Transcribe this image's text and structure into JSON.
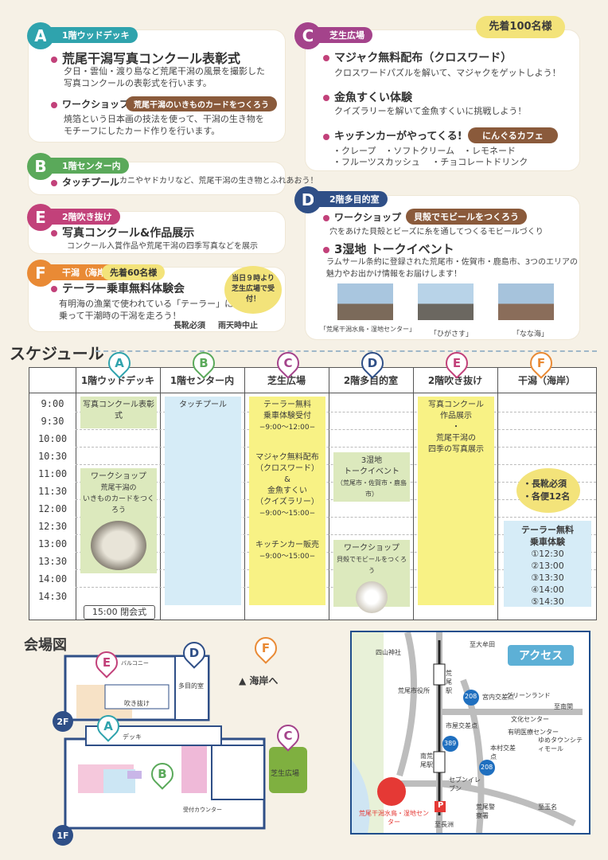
{
  "A": {
    "letter": "A",
    "location": "1階ウッドデッキ",
    "event1_title": "荒尾干潟写真コンクール表彰式",
    "event1_desc1": "夕日・雲仙・渡り島など荒尾干潟の風景を撮影した",
    "event1_desc2": "写真コンクールの表彰式を行います。",
    "event2_title": "ワークショップ",
    "event2_pill": "荒尾干潟のいきものカードをつくろう",
    "event2_desc1": "焼箔という日本画の技法を使って、干潟の生き物を",
    "event2_desc2": "モチーフにしたカード作りを行います。"
  },
  "B": {
    "letter": "B",
    "location": "1階センター内",
    "event_title": "タッチプール",
    "event_desc": "カニやヤドカリなど、荒尾干潟の生き物とふれあおう！"
  },
  "E": {
    "letter": "E",
    "location": "2階吹き抜け",
    "event_title": "写真コンクール&作品展示",
    "event_desc": "コンクール入賞作品や荒尾干潟の四季写真などを展示"
  },
  "F": {
    "letter": "F",
    "location": "干潟（海岸）",
    "limit": "先着60名様",
    "event_title": "テーラー乗車無料体験会",
    "event_desc1": "有明海の漁業で使われている「テーラー」に",
    "event_desc2": "乗って干潮時の干潟を走ろう！",
    "note1": "長靴必須",
    "note2": "雨天時中止",
    "bubble": "当日９時より芝生広場で受付！"
  },
  "C": {
    "letter": "C",
    "location": "芝生広場",
    "limit": "先着100名様",
    "event1_title": "マジャク無料配布（クロスワード）",
    "event1_desc": "クロスワードパズルを解いて、マジャクをゲットしよう！",
    "event2_title": "金魚すくい体験",
    "event2_desc": "クイズラリーを解いて金魚すくいに挑戦しよう！",
    "event3_title": "キッチンカーがやってくる!",
    "event3_pill": "にんぐるカフェ",
    "menu1": "・クレープ　・ソフトクリーム　・レモネード",
    "menu2": "・フルーツスカッシュ　 ・チョコレートドリンク"
  },
  "D": {
    "letter": "D",
    "location": "2階多目的室",
    "event1_title": "ワークショップ",
    "event1_pill": "貝殻でモビールをつくろう",
    "event1_desc": "穴をあけた貝殻とビーズに糸を通してつくるモビールづくり",
    "event2_title": "3湿地 トークイベント",
    "event2_desc1": "ラムサール条約に登録された荒尾市・佐賀市・鹿島市、3つのエリアの",
    "event2_desc2": "魅力やお出かけ情報をお届けします！",
    "photo1_caption": "「荒尾干潟水鳥・湿地センター」",
    "photo2_caption": "「ひがさす」",
    "photo3_caption": "「なな海」"
  },
  "schedule": {
    "title": "スケジュール",
    "headers": [
      "1階ウッドデッキ",
      "1階センター内",
      "芝生広場",
      "2階多目的室",
      "2階吹き抜け",
      "干潟（海岸）"
    ],
    "letters": [
      "A",
      "B",
      "C",
      "D",
      "E",
      "F"
    ],
    "times": [
      "9:00",
      "9:30",
      "10:00",
      "10:30",
      "11:00",
      "11:30",
      "12:00",
      "12:30",
      "13:00",
      "13:30",
      "14:00",
      "14:30"
    ],
    "a1": "写真コンクール表彰式",
    "a2_1": "ワークショップ",
    "a2_2": "荒尾干潟の",
    "a2_3": "いきものカードをつくろう",
    "a_close": "15:00 閉会式",
    "b1": "タッチプール",
    "c1_1": "テーラー無料",
    "c1_2": "乗車体験受付",
    "c1_3": "−9:00〜12:00−",
    "c2_1": "マジャク無料配布",
    "c2_2": "（クロスワード）",
    "c2_3": "&",
    "c2_4": "金魚すくい",
    "c2_5": "（クイズラリー）",
    "c2_6": "−9:00〜15:00−",
    "c3_1": "キッチンカー販売",
    "c3_2": "−9:00〜15:00−",
    "d1_1": "3湿地",
    "d1_2": "トークイベント",
    "d1_3": "（荒尾市・佐賀市・鹿島市）",
    "d2_1": "ワークショップ",
    "d2_2": "貝殻でモビールをつくろう",
    "e1_1": "写真コンクール",
    "e1_2": "作品展示",
    "e1_3": "・",
    "e1_4": "荒尾干潟の",
    "e1_5": "四季の写真展示",
    "f_note1": "・長靴必須",
    "f_note2": "・各便12名",
    "f1_1": "テーラー無料",
    "f1_2": "乗車体験",
    "f_slots": [
      "①12:30",
      "②13:00",
      "③13:30",
      "④14:00",
      "⑤14:30"
    ]
  },
  "venue": {
    "title": "会場図",
    "shore": "海岸へ",
    "lawn": "芝生広場",
    "floor2": "2F",
    "floor1": "1F",
    "balcony": "バルコニー",
    "atrium": "吹き抜け",
    "multi": "多目的室",
    "deck": "デッキ",
    "reception": "受付カウンター"
  },
  "access": {
    "title": "アクセス",
    "labels": {
      "shrine": "四山神社",
      "omuta": "至大牟田",
      "arao_st": "荒尾駅",
      "city_hall": "荒尾市役所",
      "miyauchi": "宮内交差点",
      "greenland": "グリーンランド",
      "minamiseki": "至南関",
      "cultural": "文化センター",
      "shiya": "市屋交差点",
      "hospital": "有明医療センター",
      "youme": "ゆめタウンシティモール",
      "hon": "本村交差点",
      "minami_arao": "南荒尾駅",
      "seven": "セブンイレブン",
      "police": "荒尾警察署",
      "tamana": "至玉名",
      "nagasu": "至長洲",
      "center": "荒尾干潟水鳥・湿地センター",
      "r208a": "208",
      "r208b": "208",
      "r389": "389",
      "parking": "P"
    }
  }
}
